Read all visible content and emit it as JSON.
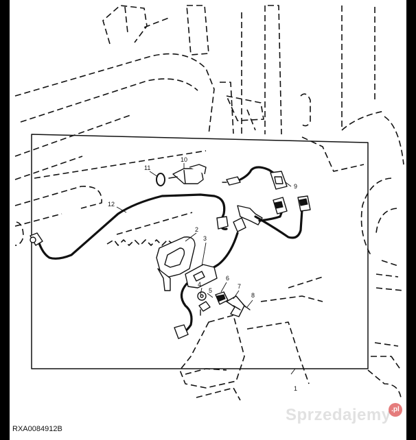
{
  "figure_id": "RXA0084912B",
  "callouts": {
    "c1": "1",
    "c2": "2",
    "c3": "3",
    "c4": "4",
    "c5": "5",
    "c6": "6",
    "c7": "7",
    "c8": "8",
    "c9": "9",
    "c10": "10",
    "c11": "11",
    "c12": "12"
  },
  "watermark": {
    "text": "Sprzedajemy",
    "badge": ".pl"
  }
}
